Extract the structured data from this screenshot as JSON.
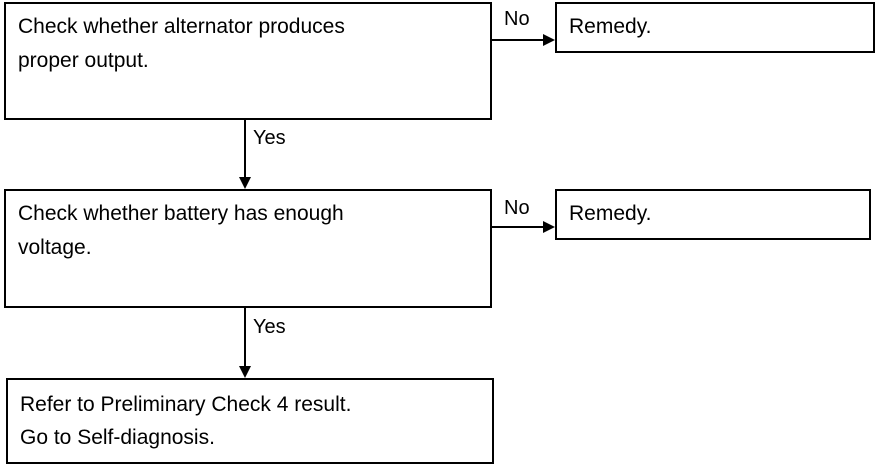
{
  "flowchart": {
    "step1": {
      "text": "Check whether alternator produces\nproper output.",
      "no_label": "No",
      "remedy": "Remedy.",
      "yes_label": "Yes"
    },
    "step2": {
      "text": "Check whether battery has enough\nvoltage.",
      "no_label": "No",
      "remedy": "Remedy.",
      "yes_label": "Yes"
    },
    "step3": {
      "text": "Refer to Preliminary Check 4 result.\nGo to Self-diagnosis."
    }
  }
}
